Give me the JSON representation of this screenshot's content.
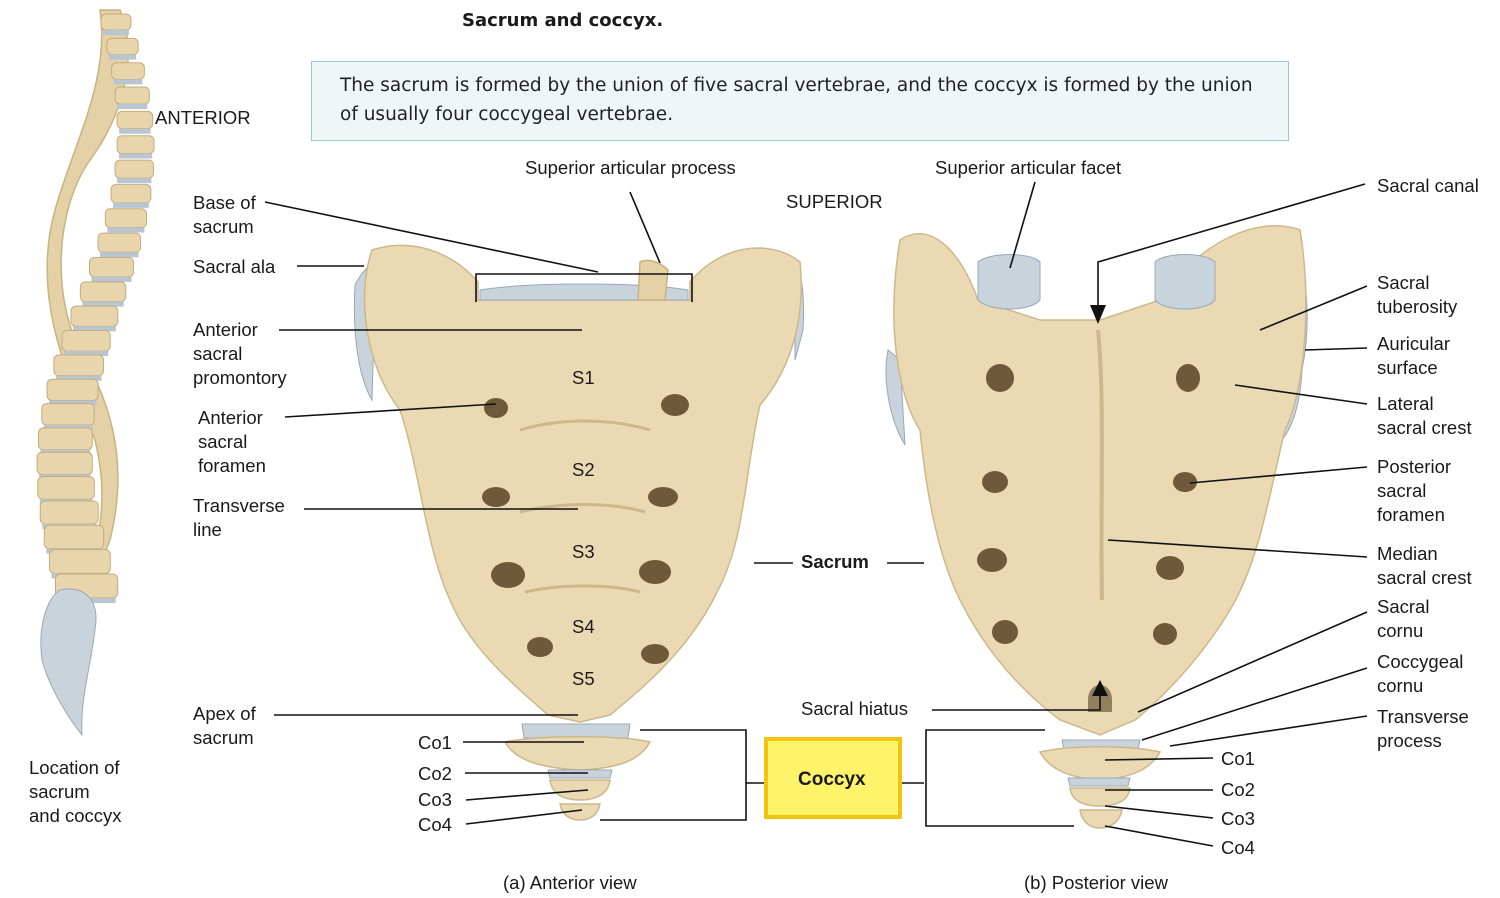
{
  "title": "Sacrum and coccyx.",
  "caption": "The sacrum is formed by the union of five sacral vertebrae, and the coccyx is formed by the union of usually four coccygeal vertebrae.",
  "orientation": {
    "anterior": "ANTERIOR",
    "superior": "SUPERIOR"
  },
  "spine_caption": "Location of\nsacrum\nand coccyx",
  "anterior_view": {
    "caption": "(a) Anterior view",
    "labels": {
      "superior_articular_process": "Superior articular process",
      "base_of_sacrum": "Base of\nsacrum",
      "sacral_ala": "Sacral ala",
      "anterior_sacral_promontory": "Anterior\nsacral\npromontory",
      "anterior_sacral_foramen": "Anterior\nsacral\nforamen",
      "transverse_line": "Transverse\nline",
      "apex_of_sacrum": "Apex of\nsacrum",
      "co1": "Co1",
      "co2": "Co2",
      "co3": "Co3",
      "co4": "Co4"
    },
    "segments": [
      "S1",
      "S2",
      "S3",
      "S4",
      "S5"
    ]
  },
  "center": {
    "sacrum": "Sacrum",
    "coccyx": "Coccyx",
    "sacral_hiatus": "Sacral hiatus"
  },
  "posterior_view": {
    "caption": "(b) Posterior view",
    "labels": {
      "superior_articular_facet": "Superior articular facet",
      "sacral_canal": "Sacral canal",
      "sacral_tuberosity": "Sacral\ntuberosity",
      "auricular_surface": "Auricular\nsurface",
      "lateral_sacral_crest": "Lateral\nsacral crest",
      "posterior_sacral_foramen": "Posterior\nsacral\nforamen",
      "median_sacral_crest": "Median\nsacral crest",
      "sacral_cornu": "Sacral\ncornu",
      "coccygeal_cornu": "Coccygeal\ncornu",
      "transverse_process": "Transverse\nprocess",
      "co1": "Co1",
      "co2": "Co2",
      "co3": "Co3",
      "co4": "Co4"
    }
  },
  "colors": {
    "bone": "#ead9b3",
    "cartilage": "#c9d3dc",
    "coccyx_highlight": "#fff36a",
    "coccyx_border": "#f1c40f",
    "caption_bg": "#eef6f8"
  }
}
